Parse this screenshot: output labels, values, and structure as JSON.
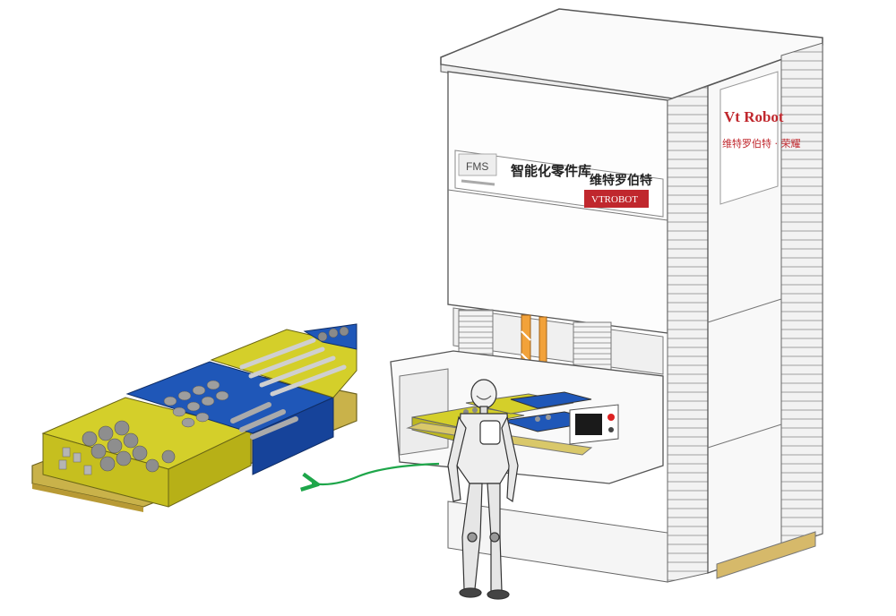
{
  "machine": {
    "front_sign": {
      "fms": "FMS",
      "title": "智能化零件库",
      "brand_cn": "维特罗伯特",
      "brand_en": "VTROBOT"
    },
    "side_sign": {
      "title": "Vt Robot",
      "subtitle": "维特罗伯特 · 荣耀"
    }
  },
  "colors": {
    "tray_yellow": "#d4cf2a",
    "tray_blue": "#1f57b8",
    "sign_red": "#c0272d",
    "arrow_green": "#1ea64a",
    "frame_gray": "#f2f2f2",
    "screen": "#1a1a1a"
  },
  "icons": {
    "robot": "humanoid-robot-icon",
    "arrow": "curved-arrow-icon"
  }
}
